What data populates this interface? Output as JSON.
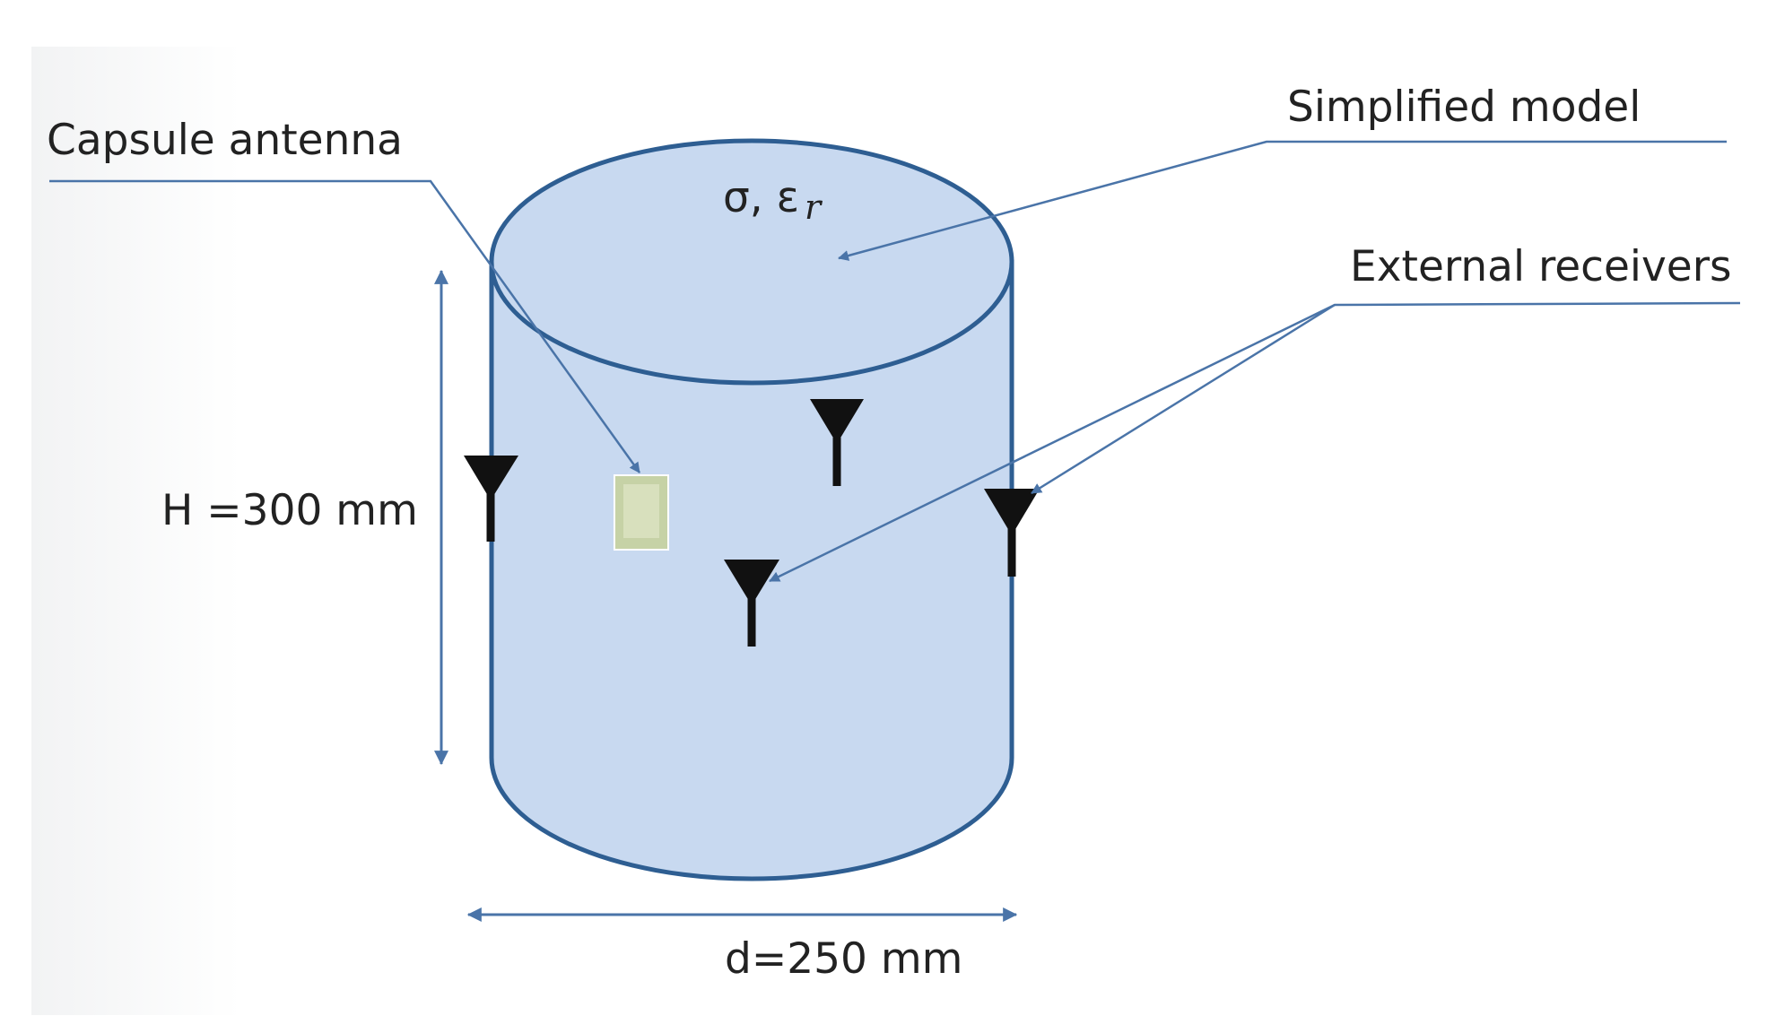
{
  "labels": {
    "capsule_antenna": "Capsule antenna",
    "simplified_model": "Simplified model",
    "external_receivers": "External receivers",
    "height": "H =300 mm",
    "diameter": "d=250 mm",
    "material_symbols": "σ, ε",
    "material_subscript": "r"
  },
  "colors": {
    "cylinder_fill": "#c8d9f0",
    "cylinder_stroke": "#2e5e92",
    "leader_line": "#4a74a8",
    "antenna": "#111111",
    "capsule": "#c6d2a6",
    "text": "#222222"
  },
  "icons": [
    "receiver-antenna-icon",
    "capsule-antenna-icon"
  ]
}
